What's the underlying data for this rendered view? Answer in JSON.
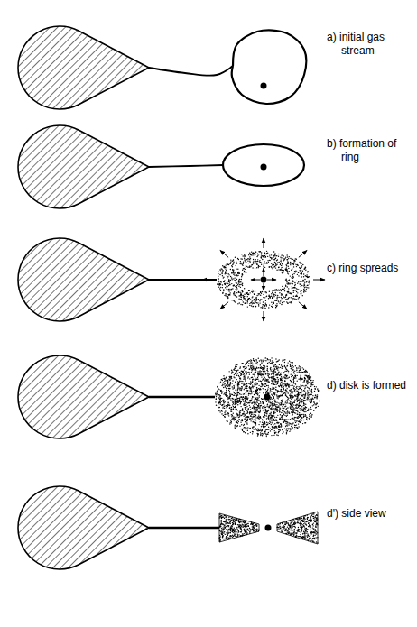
{
  "diagram": {
    "labels": [
      "a) initial gas stream",
      "b) formation of ring",
      "c) ring spreads",
      "d) disk is formed",
      "d') side view"
    ]
  }
}
